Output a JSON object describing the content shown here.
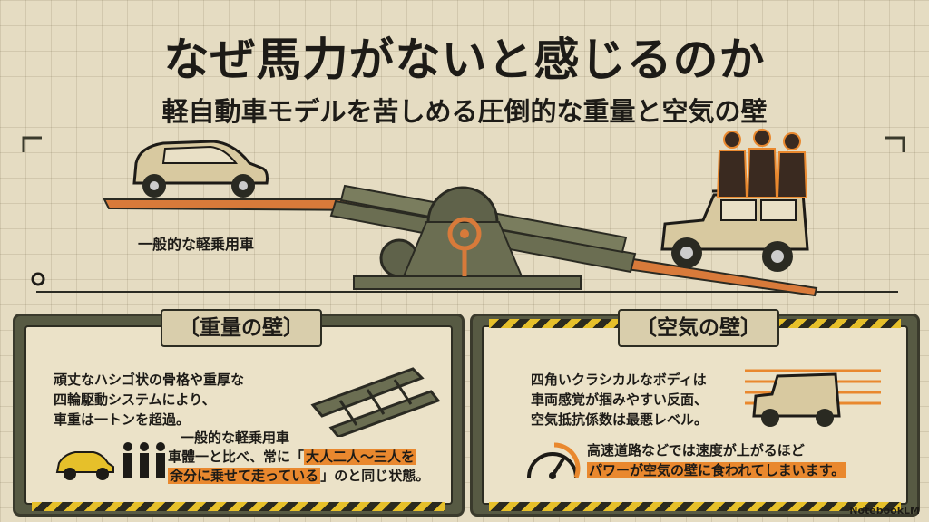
{
  "header": {
    "title": "なぜ馬力がないと感じるのか",
    "subtitle": "軽自動車モデルを苦しめる圧倒的な重量と空気の壁"
  },
  "scene": {
    "car_label": "一般的な軽乗用車"
  },
  "weight_panel": {
    "title": "〔重量の壁〕",
    "body_lines": [
      "頑丈なハシゴ状の骨格や重厚な",
      "四輪駆動システムにより、",
      "車重は一トンを超過。"
    ],
    "compare_line1": "一般的な軽乗用車",
    "compare_line2_pre": "車體一と比べ、常に「",
    "compare_line2_hl": "大人二人〜三人を",
    "compare_line3_hl": "余分に乗せて走っている",
    "compare_line3_post": "」のと同じ状態。"
  },
  "air_panel": {
    "title": "〔空気の壁〕",
    "body_lines": [
      "四角いクラシカルなボディは",
      "車両感覚が掴みやすい反面、",
      "空気抵抗係数は最悪レベル。"
    ],
    "speed_line1": "高速道路などでは速度が上がるほど",
    "speed_line2_hl": "パワーが空気の壁に食われてしまいます。"
  },
  "watermark": "NotebookLM",
  "colors": {
    "background": "#e5dcc2",
    "panel_frame": "#575a43",
    "accent_orange": "#e9882e",
    "hazard_yellow": "#e6c02a"
  }
}
